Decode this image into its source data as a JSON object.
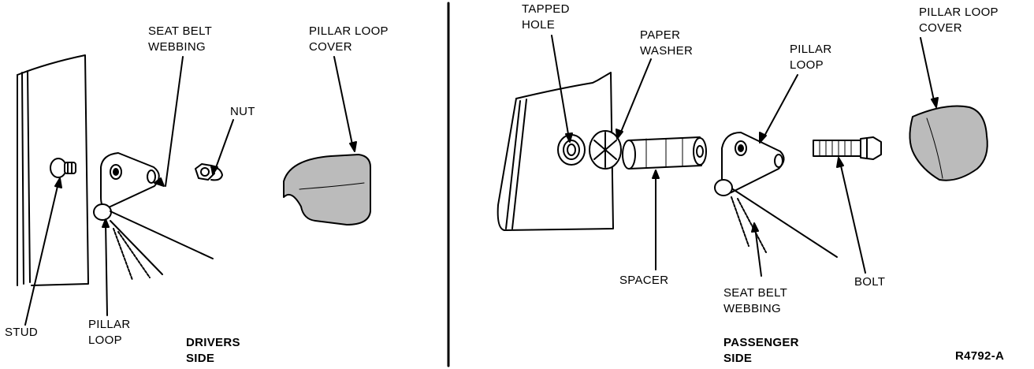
{
  "labels": {
    "seat_belt_webbing_left": [
      "SEAT BELT",
      "WEBBING"
    ],
    "pillar_loop_cover_left": [
      "PILLAR LOOP",
      "COVER"
    ],
    "nut": "NUT",
    "stud": "STUD",
    "pillar_loop_left": [
      "PILLAR",
      "LOOP"
    ],
    "drivers_side": [
      "DRIVERS",
      "SIDE"
    ],
    "tapped_hole": [
      "TAPPED",
      "HOLE"
    ],
    "paper_washer": [
      "PAPER",
      "WASHER"
    ],
    "pillar_loop_right": [
      "PILLAR",
      "LOOP"
    ],
    "pillar_loop_cover_right": [
      "PILLAR LOOP",
      "COVER"
    ],
    "spacer": "SPACER",
    "seat_belt_webbing_right": [
      "SEAT BELT",
      "WEBBING"
    ],
    "bolt": "BOLT",
    "passenger_side": [
      "PASSENGER",
      "SIDE"
    ],
    "figure_code": "R4792-A"
  },
  "colors": {
    "ink": "#000000",
    "paper": "#ffffff",
    "shade": "#555555"
  }
}
